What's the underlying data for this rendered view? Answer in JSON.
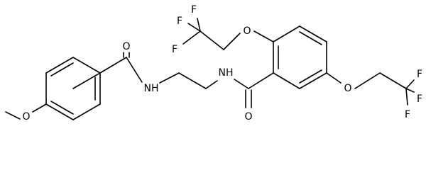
{
  "molecule": {
    "atom_labels": {
      "o_methoxy": "O",
      "o_amide_left": "O",
      "n_amide_left": "NH",
      "n_amide_right": "NH",
      "o_amide_right": "O",
      "o_ether_top": "O",
      "o_ether_right": "O",
      "f_top_1": "F",
      "f_top_2": "F",
      "f_top_3": "F",
      "f_right_1": "F",
      "f_right_2": "F",
      "f_right_3": "F"
    }
  }
}
